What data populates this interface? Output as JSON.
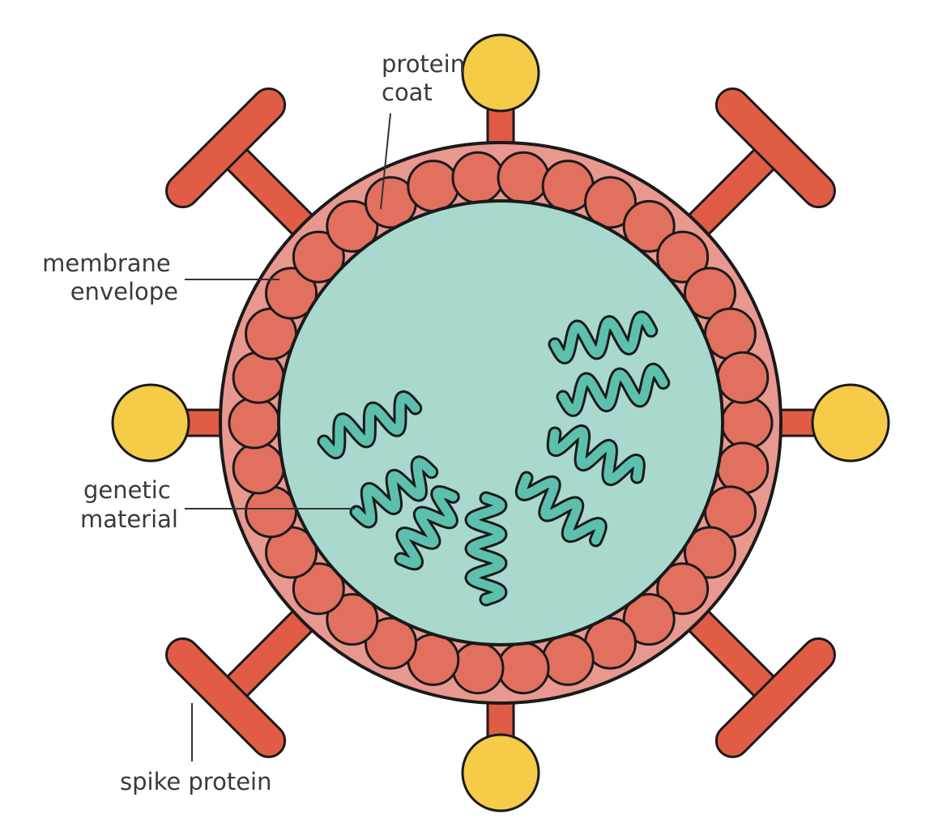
{
  "labels": {
    "protein_coat": [
      "protein",
      "coat"
    ],
    "membrane_envelope": [
      "membrane",
      "envelope"
    ],
    "genetic_material": [
      "genetic",
      "material"
    ],
    "spike_protein": "spike protein"
  },
  "colors": {
    "envelope": "#E99890",
    "coat": "#E2705F",
    "core": "#A9D8CF",
    "rna": "#5DC0AE",
    "spike": "#E15C45",
    "knob": "#F5CB48",
    "outline": "#1a1a1a",
    "leader": "#333333"
  }
}
